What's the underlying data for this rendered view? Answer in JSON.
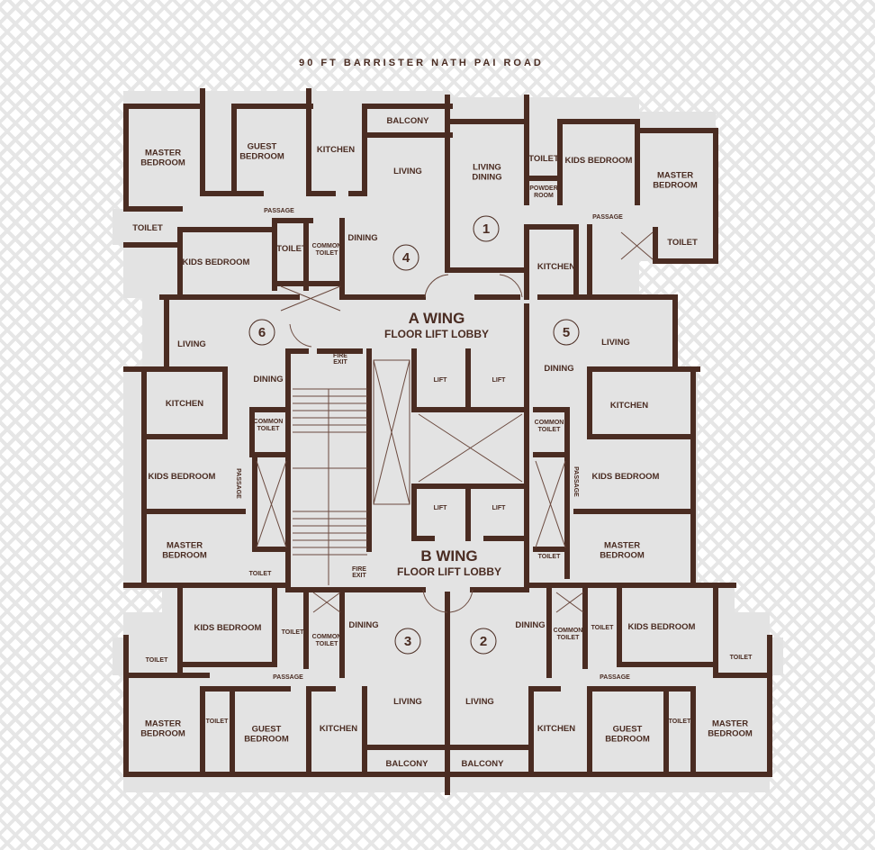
{
  "road_label": "90 FT BARRISTER NATH PAI ROAD",
  "colors": {
    "wall": "#4a2c22",
    "floor": "#e3e3e3",
    "pattern": "#e6e6e6"
  },
  "lobbies": {
    "a_wing": {
      "title": "A WING",
      "subtitle": "FLOOR LIFT LOBBY"
    },
    "b_wing": {
      "title": "B WING",
      "subtitle": "FLOOR LIFT LOBBY"
    },
    "fire_exit": [
      "FIRE",
      "EXIT"
    ],
    "lift": "LIFT"
  },
  "flats": {
    "f1": {
      "number": "1",
      "rooms": {
        "living_dining": [
          "LIVING",
          "DINING"
        ],
        "toilet": "TOILET",
        "powder_room": [
          "POWDER",
          "ROOM"
        ],
        "kids_bedroom": "KIDS BEDROOM",
        "master_bedroom": [
          "MASTER",
          "BEDROOM"
        ],
        "passage": "PASSAGE",
        "toilet2": "TOILET",
        "kitchen": "KITCHEN"
      }
    },
    "f2": {
      "number": "2",
      "rooms": {
        "dining": "DINING",
        "common_toilet": [
          "COMMON",
          "TOILET"
        ],
        "toilet": "TOILET",
        "kids_bedroom": "KIDS BEDROOM",
        "toilet2": "TOILET",
        "passage": "PASSAGE",
        "living": "LIVING",
        "kitchen": "KITCHEN",
        "guest_bedroom": [
          "GUEST",
          "BEDROOM"
        ],
        "toilet3": "TOILET",
        "master_bedroom": [
          "MASTER",
          "BEDROOM"
        ],
        "balcony": "BALCONY"
      }
    },
    "f3": {
      "number": "3",
      "rooms": {
        "kids_bedroom": "KIDS BEDROOM",
        "toilet": "TOILET",
        "common_toilet": [
          "COMMON",
          "TOILET"
        ],
        "dining": "DINING",
        "toilet2": "TOILET",
        "passage": "PASSAGE",
        "master_bedroom": [
          "MASTER",
          "BEDROOM"
        ],
        "toilet3": "TOILET",
        "guest_bedroom": [
          "GUEST",
          "BEDROOM"
        ],
        "kitchen": "KITCHEN",
        "living": "LIVING",
        "balcony": "BALCONY"
      }
    },
    "f4": {
      "number": "4",
      "rooms": {
        "master_bedroom": [
          "MASTER",
          "BEDROOM"
        ],
        "guest_bedroom": [
          "GUEST",
          "BEDROOM"
        ],
        "kitchen": "KITCHEN",
        "balcony": "BALCONY",
        "living": "LIVING",
        "passage": "PASSAGE",
        "toilet": "TOILET",
        "kids_bedroom": "KIDS BEDROOM",
        "toilet2": "TOILET",
        "common_toilet": [
          "COMMON",
          "TOILET"
        ],
        "dining": "DINING"
      }
    },
    "f5": {
      "number": "5",
      "rooms": {
        "living": "LIVING",
        "dining": "DINING",
        "kitchen": "KITCHEN",
        "common_toilet": [
          "COMMON",
          "TOILET"
        ],
        "kids_bedroom": "KIDS BEDROOM",
        "passage": "PASSAGE",
        "toilet": "TOILET",
        "master_bedroom": [
          "MASTER",
          "BEDROOM"
        ]
      }
    },
    "f6": {
      "number": "6",
      "rooms": {
        "living": "LIVING",
        "dining": "DINING",
        "kitchen": "KITCHEN",
        "common_toilet": [
          "COMMON",
          "TOILET"
        ],
        "kids_bedroom": "KIDS BEDROOM",
        "passage": "PASSAGE",
        "master_bedroom": [
          "MASTER",
          "BEDROOM"
        ],
        "toilet": "TOILET"
      }
    }
  }
}
